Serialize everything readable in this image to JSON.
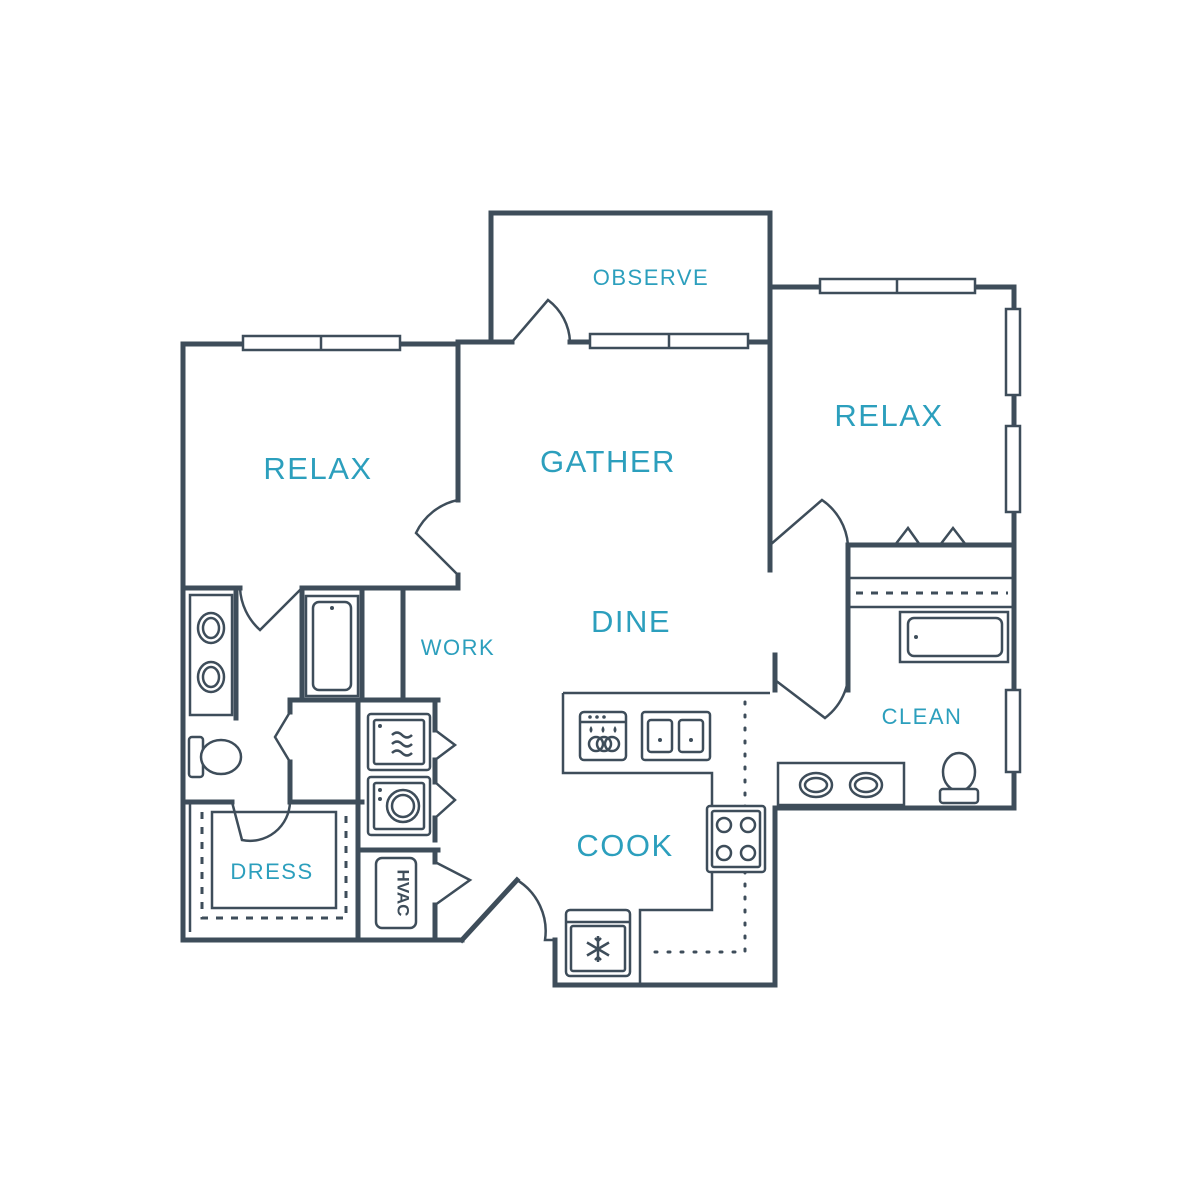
{
  "colors": {
    "wall": "#3e4d5a",
    "label": "#2c9fbd",
    "background": "#ffffff"
  },
  "rooms": {
    "observe": "OBSERVE",
    "gather": "GATHER",
    "relax_left": "RELAX",
    "relax_right": "RELAX",
    "work": "WORK",
    "dine": "DINE",
    "cook": "COOK",
    "clean": "CLEAN",
    "dress": "DRESS"
  },
  "fixtures": {
    "hvac": "HVAC"
  },
  "icons": [
    "bathtub-icon",
    "double-sink-icon",
    "toilet-icon",
    "dryer-icon",
    "washer-icon",
    "dishwasher-icon",
    "kitchen-sink-icon",
    "cooktop-icon",
    "refrigerator-icon",
    "door-swing-icon",
    "window-icon"
  ]
}
